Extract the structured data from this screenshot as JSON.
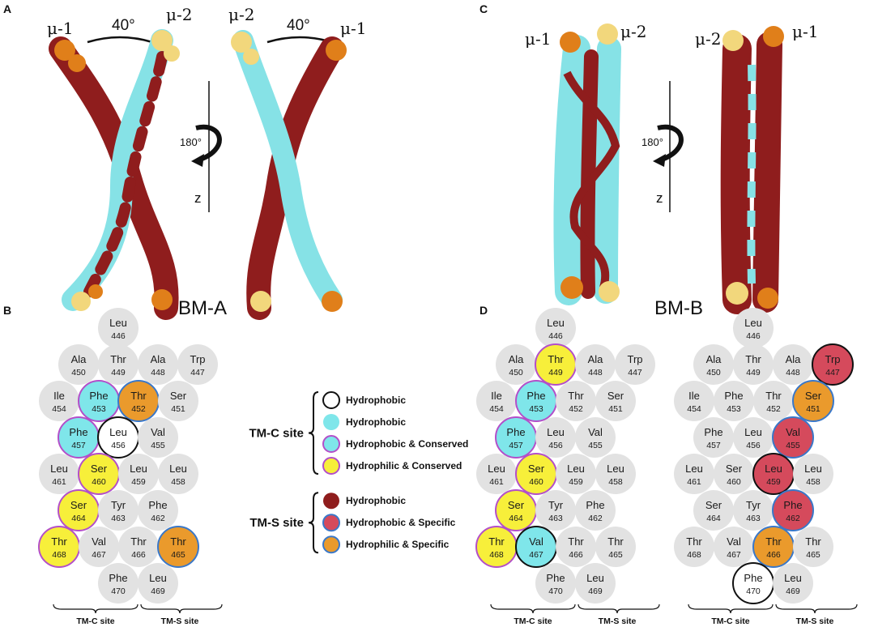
{
  "colors": {
    "grey": "#e2e2e2",
    "cyan": "#7fe6ea",
    "yellow": "#f7ef3a",
    "orange": "#ea9a2c",
    "red": "#d54a5c",
    "white": "#ffffff",
    "purple": "#b34fc9",
    "blue": "#3a78c9",
    "black": "#111111",
    "darkred": "#8f1d1d",
    "lightcyan": "#86e2e6",
    "paleyellow": "#f2d77c",
    "darkorange": "#e07f1a"
  },
  "panels": {
    "A": {
      "label": "A",
      "angle_left": "40°",
      "angle_right": "40°",
      "mu1": "μ-1",
      "mu2": "μ-2",
      "rotation": "180°",
      "axis": "z",
      "name": "BM-A"
    },
    "B": {
      "label": "B"
    },
    "C": {
      "label": "C",
      "mu1": "μ-1",
      "mu2": "μ-2",
      "rotation": "180°",
      "axis": "z",
      "name": "BM-B"
    },
    "D": {
      "label": "D"
    }
  },
  "legend": {
    "groups": [
      {
        "name": "TM-C site",
        "items": [
          {
            "text": "Hydrophobic",
            "fill": "white",
            "stroke": "black"
          },
          {
            "text": "Hydrophobic",
            "fill": "cyan",
            "stroke": "none"
          },
          {
            "text": "Hydrophobic & Conserved",
            "fill": "cyan",
            "stroke": "purple"
          },
          {
            "text": "Hydrophilic & Conserved",
            "fill": "yellow",
            "stroke": "purple"
          }
        ]
      },
      {
        "name": "TM-S site",
        "items": [
          {
            "text": "Hydrophobic",
            "fill": "darkred",
            "stroke": "none"
          },
          {
            "text": "Hydrophobic & Specific",
            "fill": "red",
            "stroke": "blue"
          },
          {
            "text": "Hydrophilic & Specific",
            "fill": "orange",
            "stroke": "blue"
          }
        ]
      }
    ]
  },
  "site_labels": {
    "tmc": "TM-C site",
    "tms": "TM-S site"
  },
  "wheels": [
    {
      "id": "B",
      "residues": [
        {
          "name": "Leu",
          "num": "446",
          "fill": "grey",
          "stroke": "none"
        },
        {
          "name": "Ala",
          "num": "450",
          "fill": "grey",
          "stroke": "none"
        },
        {
          "name": "Thr",
          "num": "449",
          "fill": "grey",
          "stroke": "none"
        },
        {
          "name": "Ala",
          "num": "448",
          "fill": "grey",
          "stroke": "none"
        },
        {
          "name": "Trp",
          "num": "447",
          "fill": "grey",
          "stroke": "none"
        },
        {
          "name": "Ile",
          "num": "454",
          "fill": "grey",
          "stroke": "none"
        },
        {
          "name": "Phe",
          "num": "453",
          "fill": "cyan",
          "stroke": "purple"
        },
        {
          "name": "Thr",
          "num": "452",
          "fill": "orange",
          "stroke": "blue"
        },
        {
          "name": "Ser",
          "num": "451",
          "fill": "grey",
          "stroke": "none"
        },
        {
          "name": "Phe",
          "num": "457",
          "fill": "cyan",
          "stroke": "purple"
        },
        {
          "name": "Leu",
          "num": "456",
          "fill": "white",
          "stroke": "black"
        },
        {
          "name": "Val",
          "num": "455",
          "fill": "grey",
          "stroke": "none"
        },
        {
          "name": "Leu",
          "num": "461",
          "fill": "grey",
          "stroke": "none"
        },
        {
          "name": "Ser",
          "num": "460",
          "fill": "yellow",
          "stroke": "purple"
        },
        {
          "name": "Leu",
          "num": "459",
          "fill": "grey",
          "stroke": "none"
        },
        {
          "name": "Leu",
          "num": "458",
          "fill": "grey",
          "stroke": "none"
        },
        {
          "name": "Ser",
          "num": "464",
          "fill": "yellow",
          "stroke": "purple"
        },
        {
          "name": "Tyr",
          "num": "463",
          "fill": "grey",
          "stroke": "none"
        },
        {
          "name": "Phe",
          "num": "462",
          "fill": "grey",
          "stroke": "none"
        },
        {
          "name": "Thr",
          "num": "468",
          "fill": "yellow",
          "stroke": "purple"
        },
        {
          "name": "Val",
          "num": "467",
          "fill": "grey",
          "stroke": "none"
        },
        {
          "name": "Thr",
          "num": "466",
          "fill": "grey",
          "stroke": "none"
        },
        {
          "name": "Thr",
          "num": "465",
          "fill": "orange",
          "stroke": "blue"
        },
        {
          "name": "Phe",
          "num": "470",
          "fill": "grey",
          "stroke": "none"
        },
        {
          "name": "Leu",
          "num": "469",
          "fill": "grey",
          "stroke": "none"
        }
      ]
    },
    {
      "id": "D1",
      "residues": [
        {
          "name": "Leu",
          "num": "446",
          "fill": "grey",
          "stroke": "none"
        },
        {
          "name": "Ala",
          "num": "450",
          "fill": "grey",
          "stroke": "none"
        },
        {
          "name": "Thr",
          "num": "449",
          "fill": "yellow",
          "stroke": "purple"
        },
        {
          "name": "Ala",
          "num": "448",
          "fill": "grey",
          "stroke": "none"
        },
        {
          "name": "Trp",
          "num": "447",
          "fill": "grey",
          "stroke": "none"
        },
        {
          "name": "Ile",
          "num": "454",
          "fill": "grey",
          "stroke": "none"
        },
        {
          "name": "Phe",
          "num": "453",
          "fill": "cyan",
          "stroke": "purple"
        },
        {
          "name": "Thr",
          "num": "452",
          "fill": "grey",
          "stroke": "none"
        },
        {
          "name": "Ser",
          "num": "451",
          "fill": "grey",
          "stroke": "none"
        },
        {
          "name": "Phe",
          "num": "457",
          "fill": "cyan",
          "stroke": "purple"
        },
        {
          "name": "Leu",
          "num": "456",
          "fill": "grey",
          "stroke": "none"
        },
        {
          "name": "Val",
          "num": "455",
          "fill": "grey",
          "stroke": "none"
        },
        {
          "name": "Leu",
          "num": "461",
          "fill": "grey",
          "stroke": "none"
        },
        {
          "name": "Ser",
          "num": "460",
          "fill": "yellow",
          "stroke": "purple"
        },
        {
          "name": "Leu",
          "num": "459",
          "fill": "grey",
          "stroke": "none"
        },
        {
          "name": "Leu",
          "num": "458",
          "fill": "grey",
          "stroke": "none"
        },
        {
          "name": "Ser",
          "num": "464",
          "fill": "yellow",
          "stroke": "purple"
        },
        {
          "name": "Tyr",
          "num": "463",
          "fill": "grey",
          "stroke": "none"
        },
        {
          "name": "Phe",
          "num": "462",
          "fill": "grey",
          "stroke": "none"
        },
        {
          "name": "Thr",
          "num": "468",
          "fill": "yellow",
          "stroke": "purple"
        },
        {
          "name": "Val",
          "num": "467",
          "fill": "cyan",
          "stroke": "black"
        },
        {
          "name": "Thr",
          "num": "466",
          "fill": "grey",
          "stroke": "none"
        },
        {
          "name": "Thr",
          "num": "465",
          "fill": "grey",
          "stroke": "none"
        },
        {
          "name": "Phe",
          "num": "470",
          "fill": "grey",
          "stroke": "none"
        },
        {
          "name": "Leu",
          "num": "469",
          "fill": "grey",
          "stroke": "none"
        }
      ]
    },
    {
      "id": "D2",
      "residues": [
        {
          "name": "Leu",
          "num": "446",
          "fill": "grey",
          "stroke": "none"
        },
        {
          "name": "Ala",
          "num": "450",
          "fill": "grey",
          "stroke": "none"
        },
        {
          "name": "Thr",
          "num": "449",
          "fill": "grey",
          "stroke": "none"
        },
        {
          "name": "Ala",
          "num": "448",
          "fill": "grey",
          "stroke": "none"
        },
        {
          "name": "Trp",
          "num": "447",
          "fill": "red",
          "stroke": "black"
        },
        {
          "name": "Ile",
          "num": "454",
          "fill": "grey",
          "stroke": "none"
        },
        {
          "name": "Phe",
          "num": "453",
          "fill": "grey",
          "stroke": "none"
        },
        {
          "name": "Thr",
          "num": "452",
          "fill": "grey",
          "stroke": "none"
        },
        {
          "name": "Ser",
          "num": "451",
          "fill": "orange",
          "stroke": "blue"
        },
        {
          "name": "Phe",
          "num": "457",
          "fill": "grey",
          "stroke": "none"
        },
        {
          "name": "Leu",
          "num": "456",
          "fill": "grey",
          "stroke": "none"
        },
        {
          "name": "Val",
          "num": "455",
          "fill": "red",
          "stroke": "blue"
        },
        {
          "name": "Leu",
          "num": "461",
          "fill": "grey",
          "stroke": "none"
        },
        {
          "name": "Ser",
          "num": "460",
          "fill": "grey",
          "stroke": "none"
        },
        {
          "name": "Leu",
          "num": "459",
          "fill": "red",
          "stroke": "black"
        },
        {
          "name": "Leu",
          "num": "458",
          "fill": "grey",
          "stroke": "none"
        },
        {
          "name": "Ser",
          "num": "464",
          "fill": "grey",
          "stroke": "none"
        },
        {
          "name": "Tyr",
          "num": "463",
          "fill": "grey",
          "stroke": "none"
        },
        {
          "name": "Phe",
          "num": "462",
          "fill": "red",
          "stroke": "blue"
        },
        {
          "name": "Thr",
          "num": "468",
          "fill": "grey",
          "stroke": "none"
        },
        {
          "name": "Val",
          "num": "467",
          "fill": "grey",
          "stroke": "none"
        },
        {
          "name": "Thr",
          "num": "466",
          "fill": "orange",
          "stroke": "blue"
        },
        {
          "name": "Thr",
          "num": "465",
          "fill": "grey",
          "stroke": "none"
        },
        {
          "name": "Phe",
          "num": "470",
          "fill": "white",
          "stroke": "black"
        },
        {
          "name": "Leu",
          "num": "469",
          "fill": "grey",
          "stroke": "none"
        }
      ]
    }
  ]
}
